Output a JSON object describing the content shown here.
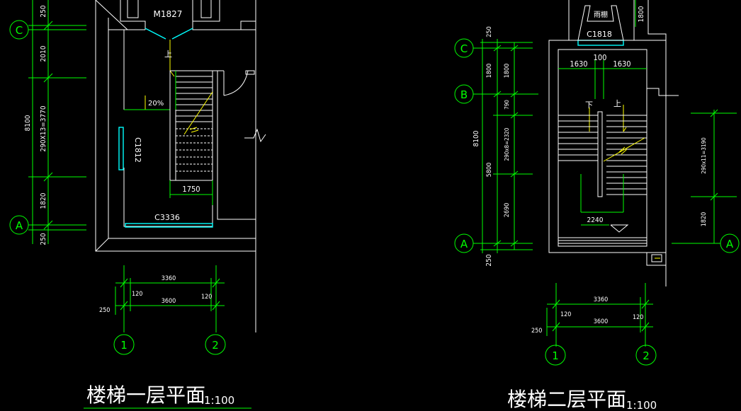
{
  "left_plan": {
    "title": "楼梯一层平面",
    "scale": "1:100",
    "door_label": "M1827",
    "up_label": "上",
    "slope_label": "20%",
    "window_side_label": "C1812",
    "window_bottom_label": "C3336",
    "stair_width_dim": "1750",
    "axes": {
      "top": "C",
      "bottom": "A",
      "left_col": "1",
      "right_col": "2"
    },
    "vertical_dims": {
      "top_cut": "250",
      "upper": "2010",
      "run": "290X13=3770",
      "lower": "1820",
      "bottom": "250",
      "total": "8100"
    },
    "horizontal_dims": {
      "inner": "3360",
      "wall_left": "120",
      "axis": "3600",
      "wall_right": "120",
      "offset": "250"
    }
  },
  "right_plan": {
    "title": "楼梯二层平面",
    "scale": "1:100",
    "canopy_label": "雨棚",
    "window_top_label": "C1818",
    "top_dim_cut": "1800",
    "up_label": "上",
    "down_label": "下",
    "half_width_left": "1630",
    "gap": "100",
    "half_width_right": "1630",
    "landing_width": "2240",
    "axes": {
      "top": "C",
      "mid": "B",
      "bottom": "A",
      "right_side": "A",
      "left_col": "1",
      "right_col": "2"
    },
    "vertical_dims": {
      "top_cut": "250",
      "c_to_b": "1800",
      "c_to_b_inner": "1800",
      "b_to_a": "5800",
      "total": "8100",
      "seg1": "790",
      "seg2": "290x8=2320",
      "seg3": "2690",
      "bottom": "250"
    },
    "right_dims": {
      "run": "290x11=3190",
      "lower": "1820"
    },
    "horizontal_dims": {
      "inner": "3360",
      "wall_left": "120",
      "axis": "3600",
      "wall_right": "120",
      "offset": "250"
    }
  },
  "colors": {
    "background": "#000000",
    "walls": "#ffffff",
    "axes": "#00ff00",
    "stairs": "#ffffff",
    "arrows": "#ffff00",
    "windows": "#00ffff"
  }
}
